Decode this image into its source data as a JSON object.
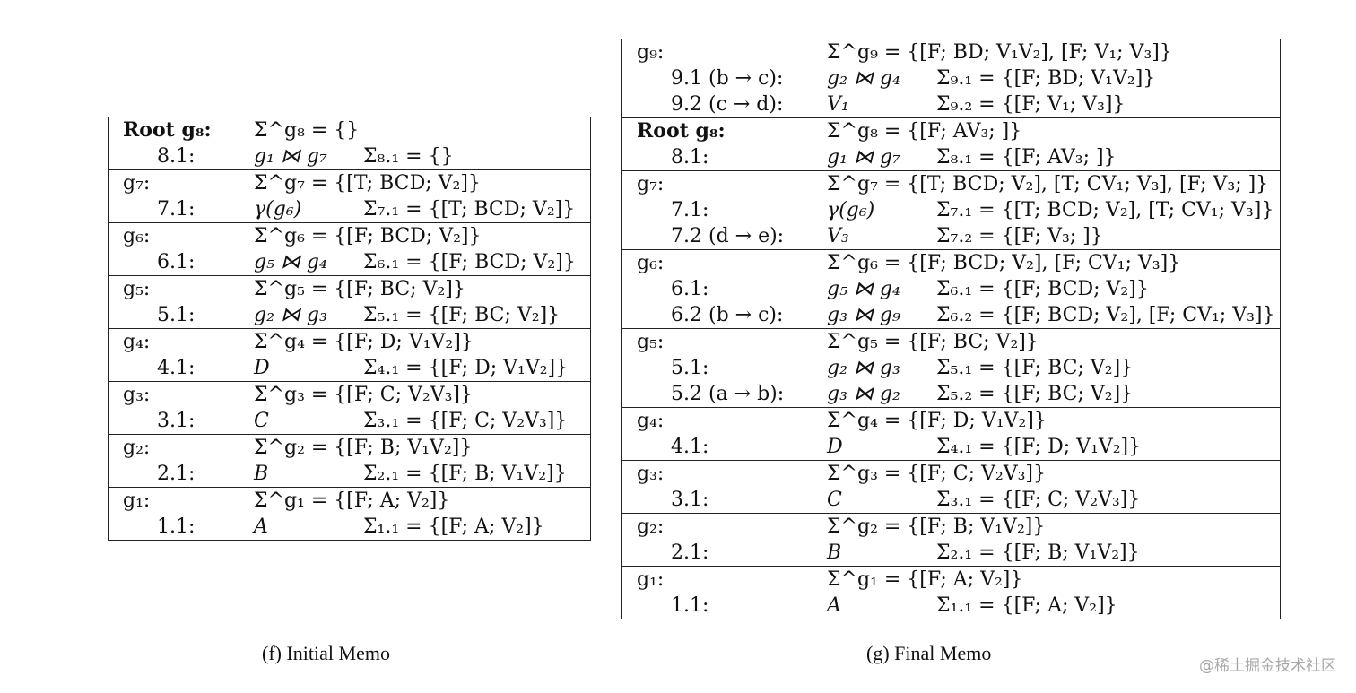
{
  "initial_memo": {
    "caption": "(f) Initial Memo",
    "groups": [
      {
        "lines": [
          {
            "label": "Root g₈:",
            "expr": "",
            "sigma": "Σ^g₈ = {}"
          },
          {
            "label": "8.1:",
            "expr": "g₁ ⋈ g₇",
            "sigma": "Σ₈.₁ = {}"
          }
        ]
      },
      {
        "lines": [
          {
            "label": "g₇:",
            "expr": "",
            "sigma": "Σ^g₇ = {[T; BCD; V₂]}"
          },
          {
            "label": "7.1:",
            "expr": "γ(g₆)",
            "sigma": "Σ₇.₁ = {[T; BCD; V₂]}"
          }
        ]
      },
      {
        "lines": [
          {
            "label": "g₆:",
            "expr": "",
            "sigma": "Σ^g₆ = {[F; BCD; V₂]}"
          },
          {
            "label": "6.1:",
            "expr": "g₅ ⋈ g₄",
            "sigma": "Σ₆.₁ = {[F; BCD; V₂]}"
          }
        ]
      },
      {
        "lines": [
          {
            "label": "g₅:",
            "expr": "",
            "sigma": "Σ^g₅ = {[F; BC; V₂]}"
          },
          {
            "label": "5.1:",
            "expr": "g₂ ⋈ g₃",
            "sigma": "Σ₅.₁ = {[F; BC; V₂]}"
          }
        ]
      },
      {
        "lines": [
          {
            "label": "g₄:",
            "expr": "",
            "sigma": "Σ^g₄ = {[F; D; V₁V₂]}"
          },
          {
            "label": "4.1:",
            "expr": "D",
            "sigma": "Σ₄.₁ = {[F; D; V₁V₂]}"
          }
        ]
      },
      {
        "lines": [
          {
            "label": "g₃:",
            "expr": "",
            "sigma": "Σ^g₃ = {[F; C; V₂V₃]}"
          },
          {
            "label": "3.1:",
            "expr": "C",
            "sigma": "Σ₃.₁ = {[F; C; V₂V₃]}"
          }
        ]
      },
      {
        "lines": [
          {
            "label": "g₂:",
            "expr": "",
            "sigma": "Σ^g₂ = {[F; B; V₁V₂]}"
          },
          {
            "label": "2.1:",
            "expr": "B",
            "sigma": "Σ₂.₁ = {[F; B; V₁V₂]}"
          }
        ]
      },
      {
        "lines": [
          {
            "label": "g₁:",
            "expr": "",
            "sigma": "Σ^g₁ = {[F; A; V₂]}"
          },
          {
            "label": "1.1:",
            "expr": "A",
            "sigma": "Σ₁.₁ = {[F; A; V₂]}"
          }
        ]
      }
    ]
  },
  "final_memo": {
    "caption": "(g) Final Memo",
    "groups": [
      {
        "lines": [
          {
            "label": "g₉:",
            "expr": "",
            "sigma": "Σ^g₉ = {[F; BD; V₁V₂], [F; V₁; V₃]}"
          },
          {
            "label": "9.1 (b → c):",
            "expr": "g₂ ⋈ g₄",
            "sigma": "Σ₉.₁ = {[F; BD; V₁V₂]}"
          },
          {
            "label": "9.2 (c → d):",
            "expr": "V₁",
            "sigma": "Σ₉.₂ = {[F; V₁; V₃]}"
          }
        ]
      },
      {
        "lines": [
          {
            "label": "Root g₈:",
            "expr": "",
            "sigma": "Σ^g₈ = {[F; AV₃; ]}"
          },
          {
            "label": "8.1:",
            "expr": "g₁ ⋈ g₇",
            "sigma": "Σ₈.₁ = {[F; AV₃; ]}"
          }
        ]
      },
      {
        "lines": [
          {
            "label": "g₇:",
            "expr": "",
            "sigma": "Σ^g₇ = {[T; BCD; V₂], [T; CV₁; V₃], [F; V₃; ]}"
          },
          {
            "label": "7.1:",
            "expr": "γ(g₆)",
            "sigma": "Σ₇.₁ = {[T; BCD; V₂], [T; CV₁; V₃]}"
          },
          {
            "label": "7.2 (d → e):",
            "expr": "V₃",
            "sigma": "Σ₇.₂ = {[F; V₃; ]}"
          }
        ]
      },
      {
        "lines": [
          {
            "label": "g₆:",
            "expr": "",
            "sigma": "Σ^g₆ = {[F; BCD; V₂], [F; CV₁; V₃]}"
          },
          {
            "label": "6.1:",
            "expr": "g₅ ⋈ g₄",
            "sigma": "Σ₆.₁ = {[F; BCD; V₂]}"
          },
          {
            "label": "6.2 (b → c):",
            "expr": "g₃ ⋈ g₉",
            "sigma": "Σ₆.₂ = {[F; BCD; V₂], [F; CV₁; V₃]}"
          }
        ]
      },
      {
        "lines": [
          {
            "label": "g₅:",
            "expr": "",
            "sigma": "Σ^g₅ = {[F; BC; V₂]}"
          },
          {
            "label": "5.1:",
            "expr": "g₂ ⋈ g₃",
            "sigma": "Σ₅.₁ = {[F; BC; V₂]}"
          },
          {
            "label": "5.2 (a → b):",
            "expr": "g₃ ⋈ g₂",
            "sigma": "Σ₅.₂ = {[F; BC; V₂]}"
          }
        ]
      },
      {
        "lines": [
          {
            "label": "g₄:",
            "expr": "",
            "sigma": "Σ^g₄ = {[F; D; V₁V₂]}"
          },
          {
            "label": "4.1:",
            "expr": "D",
            "sigma": "Σ₄.₁ = {[F; D; V₁V₂]}"
          }
        ]
      },
      {
        "lines": [
          {
            "label": "g₃:",
            "expr": "",
            "sigma": "Σ^g₃ = {[F; C; V₂V₃]}"
          },
          {
            "label": "3.1:",
            "expr": "C",
            "sigma": "Σ₃.₁ = {[F; C; V₂V₃]}"
          }
        ]
      },
      {
        "lines": [
          {
            "label": "g₂:",
            "expr": "",
            "sigma": "Σ^g₂ = {[F; B; V₁V₂]}"
          },
          {
            "label": "2.1:",
            "expr": "B",
            "sigma": "Σ₂.₁ = {[F; B; V₁V₂]}"
          }
        ]
      },
      {
        "lines": [
          {
            "label": "g₁:",
            "expr": "",
            "sigma": "Σ^g₁ = {[F; A; V₂]}"
          },
          {
            "label": "1.1:",
            "expr": "A",
            "sigma": "Σ₁.₁ = {[F; A; V₂]}"
          }
        ]
      }
    ]
  },
  "watermark": "@稀土掘金技术社区"
}
